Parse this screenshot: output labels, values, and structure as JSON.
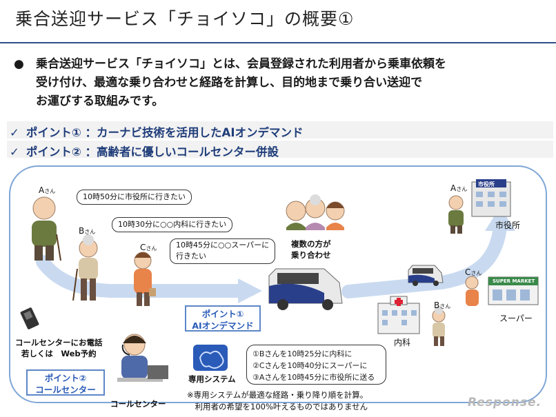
{
  "title": "乗合送迎サービス「チョイソコ」の概要①",
  "intro": {
    "bullet": "●",
    "lines": [
      "乗合送迎サービス「チョイソコ」とは、会員登録された利用者から乗車依頼を",
      "受け付け、最適な乗り合わせと経路を計算し、目的地まで乗り合い送迎で",
      "お運びする取組みです。"
    ]
  },
  "points": [
    {
      "check": "✓",
      "text": "ポイント① ：カーナビ技術を活用したAIオンデマンド"
    },
    {
      "check": "✓",
      "text": "ポイント② ：高齢者に優しいコールセンター併設"
    }
  ],
  "diagram": {
    "persons": {
      "a": {
        "name": "A",
        "suffix": "さん"
      },
      "b": {
        "name": "B",
        "suffix": "さん"
      },
      "c": {
        "name": "C",
        "suffix": "さん"
      },
      "a_dest": {
        "name": "A",
        "suffix": "さん"
      },
      "c_dest": {
        "name": "C",
        "suffix": "さん"
      },
      "b_dest": {
        "name": "B",
        "suffix": "さん"
      }
    },
    "requests": {
      "a": "10時50分に市役所に行きたい",
      "b": "10時30分に○○内科に行きたい",
      "c_line1": "10時45分に○○スーパーに",
      "c_line2": "行きたい"
    },
    "shared_ride": {
      "line1": "複数の方が",
      "line2": "乗り合わせ"
    },
    "point1": {
      "line1": "ポイント①",
      "line2": "AIオンデマンド"
    },
    "point2": {
      "line1": "ポイント②",
      "line2": "コールセンター"
    },
    "call_center_request": {
      "line1": "コールセンターにお電話",
      "line2": "若しくは　Web予約"
    },
    "call_center_label": "コールセンター",
    "system_label": "専用システム",
    "schedule": [
      "①Bさんを10時25分に内科に",
      "②Cさんを10時40分にスーパーに",
      "③Aさんを10時45分に市役所に送る"
    ],
    "destinations": {
      "city_hall": "市役所",
      "city_hall_sign": "市役所",
      "clinic": "内科",
      "supermarket": "スーパー",
      "supermarket_sign": "SUPER MARKET"
    },
    "note": {
      "line1": "※専用システムが最適な経路・乗り降り順を計算。",
      "line2": "　利用者の希望を100%叶えるものではありません"
    },
    "watermark": "Response."
  },
  "colors": {
    "accent": "#1f3d7a",
    "frame": "#7fa6d6",
    "arrow": "#c9daf0",
    "point_box": "#5c86c7"
  }
}
